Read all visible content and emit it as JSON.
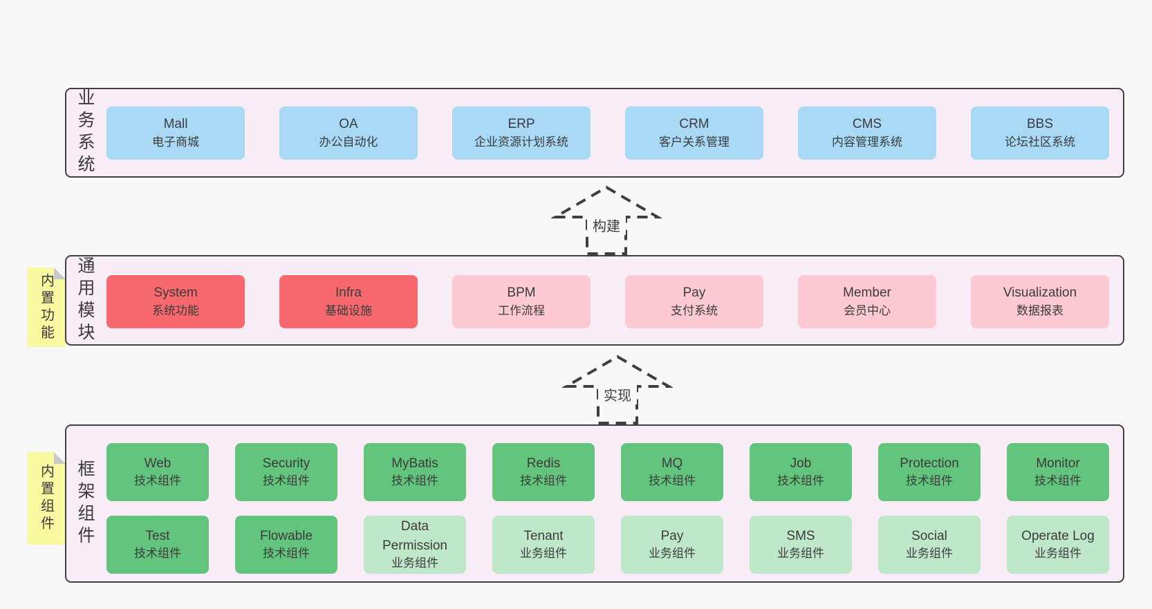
{
  "colors": {
    "page_bg": "#f8f8f8",
    "panel_bg": "#f8edf6",
    "panel_border": "#3f3f3f",
    "blue": "#a9d9f5",
    "red": "#f7696f",
    "pink": "#fdc9d2",
    "green": "#63c57d",
    "light_green": "#bfe7c9",
    "sticky_yellow": "#f9f9a2",
    "sticky_fold_gray": "#c9c9c9",
    "text": "#3b3b3b"
  },
  "arrows": [
    {
      "label": "构建"
    },
    {
      "label": "实现"
    }
  ],
  "layers": {
    "business": {
      "side_label": "业务系统",
      "boxes": [
        {
          "name": "Mall",
          "desc": "电子商城"
        },
        {
          "name": "OA",
          "desc": "办公自动化"
        },
        {
          "name": "ERP",
          "desc": "企业资源计划系统"
        },
        {
          "name": "CRM",
          "desc": "客户关系管理"
        },
        {
          "name": "CMS",
          "desc": "内容管理系统"
        },
        {
          "name": "BBS",
          "desc": "论坛社区系统"
        }
      ]
    },
    "modules": {
      "side_label": "通用模块",
      "sticky_label": "内置功能",
      "boxes": [
        {
          "name": "System",
          "desc": "系统功能"
        },
        {
          "name": "Infra",
          "desc": "基础设施"
        },
        {
          "name": "BPM",
          "desc": "工作流程"
        },
        {
          "name": "Pay",
          "desc": "支付系统"
        },
        {
          "name": "Member",
          "desc": "会员中心"
        },
        {
          "name": "Visualization",
          "desc": "数据报表"
        }
      ]
    },
    "components": {
      "side_label": "框架组件",
      "sticky_label": "内置组件",
      "row1": [
        {
          "name": "Web",
          "desc": "技术组件"
        },
        {
          "name": "Security",
          "desc": "技术组件"
        },
        {
          "name": "MyBatis",
          "desc": "技术组件"
        },
        {
          "name": "Redis",
          "desc": "技术组件"
        },
        {
          "name": "MQ",
          "desc": "技术组件"
        },
        {
          "name": "Job",
          "desc": "技术组件"
        },
        {
          "name": "Protection",
          "desc": "技术组件"
        },
        {
          "name": "Monitor",
          "desc": "技术组件"
        }
      ],
      "row2": [
        {
          "name": "Test",
          "desc": "技术组件"
        },
        {
          "name": "Flowable",
          "desc": "技术组件"
        },
        {
          "name": "Data Permission",
          "desc": "业务组件"
        },
        {
          "name": "Tenant",
          "desc": "业务组件"
        },
        {
          "name": "Pay",
          "desc": "业务组件"
        },
        {
          "name": "SMS",
          "desc": "业务组件"
        },
        {
          "name": "Social",
          "desc": "业务组件"
        },
        {
          "name": "Operate Log",
          "desc": "业务组件"
        }
      ]
    }
  }
}
